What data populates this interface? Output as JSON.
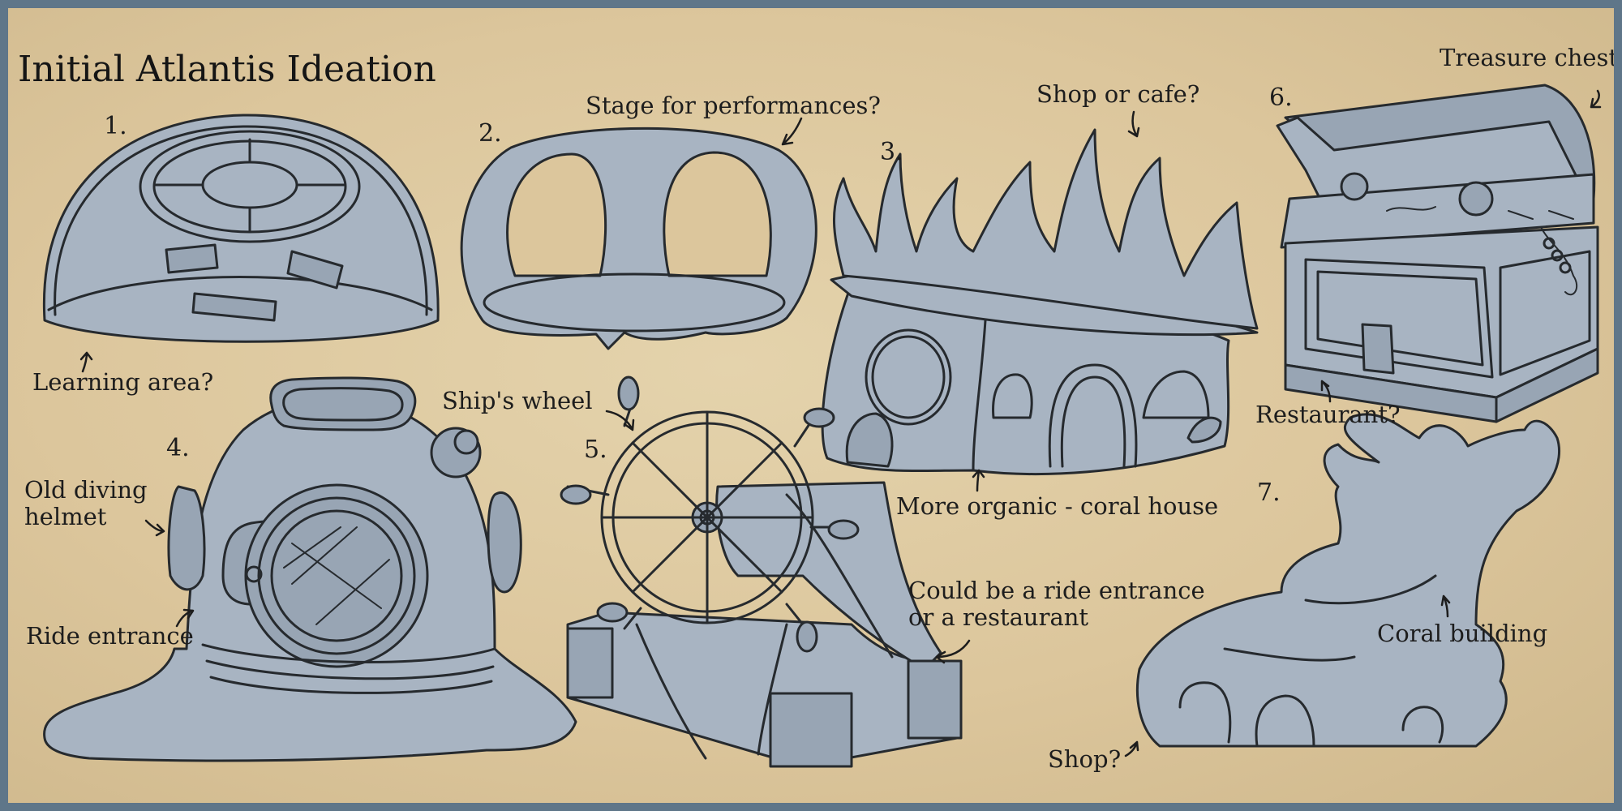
{
  "title": "Initial Atlantis Ideation",
  "concepts": [
    {
      "number": "1.",
      "notes": [
        "Learning area?"
      ]
    },
    {
      "number": "2.",
      "notes": [
        "Stage for performances?"
      ]
    },
    {
      "number": "3.",
      "notes": [
        "Shop or cafe?",
        "More organic - coral house"
      ]
    },
    {
      "number": "4.",
      "notes": [
        "Old diving\nhelmet",
        "Ride entrance"
      ]
    },
    {
      "number": "5.",
      "notes": [
        "Ship's wheel",
        "Could be a ride entrance\nor a restaurant"
      ]
    },
    {
      "number": "6.",
      "notes": [
        "Treasure chest",
        "Restaurant?"
      ]
    },
    {
      "number": "7.",
      "notes": [
        "Coral building",
        "Shop?"
      ]
    }
  ],
  "palette": {
    "background": "#dcc69c",
    "frame": "#5f7689",
    "sketch_fill": "#a8b4c2",
    "ink": "#262a2e"
  }
}
